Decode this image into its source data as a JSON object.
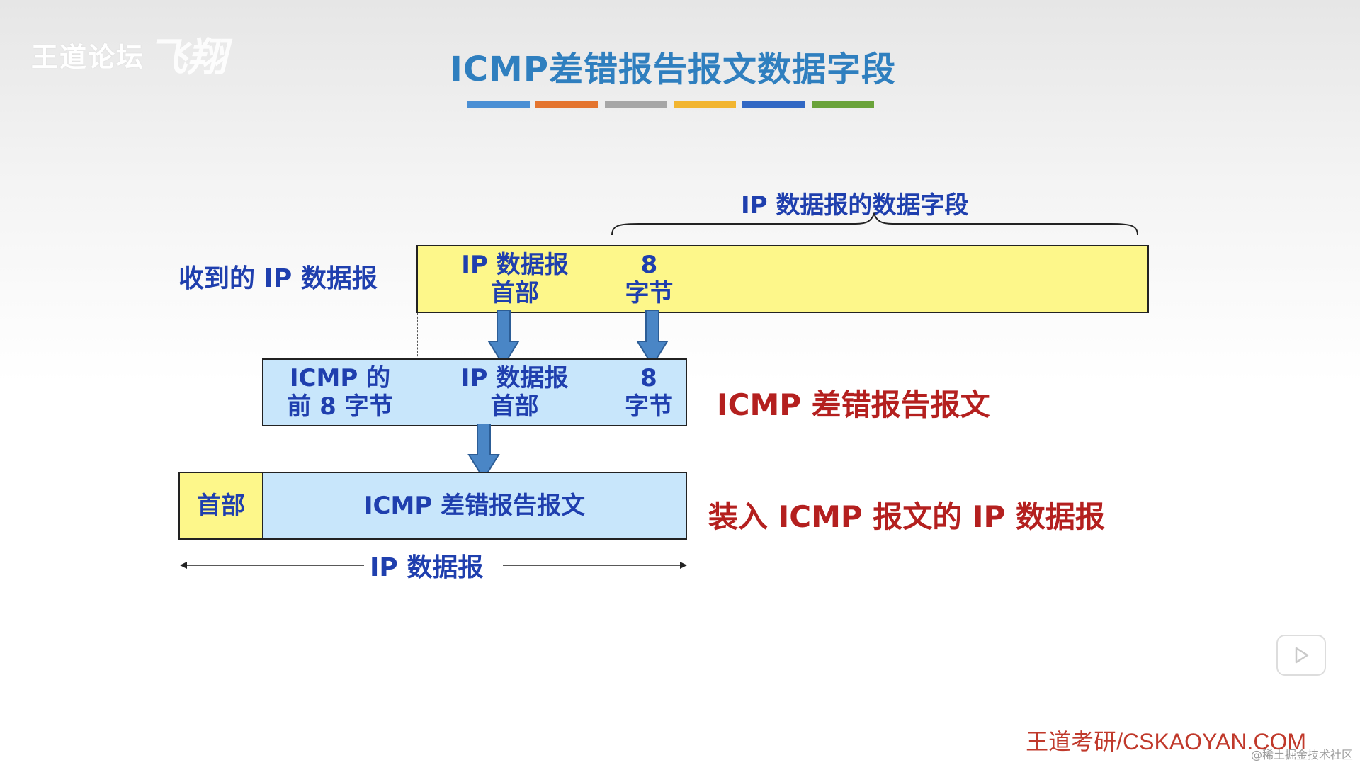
{
  "logo": {
    "text": "王道论坛",
    "mark": "飞翔"
  },
  "title": "ICMP差错报告报文数据字段",
  "title_bar_colors": [
    "#4a8fd4",
    "#e4742e",
    "#a6a6a6",
    "#f2b530",
    "#3168c4",
    "#6aa33a"
  ],
  "labels": {
    "ip_data_field": "IP 数据报的数据字段",
    "received_ip": "收到的 IP 数据报",
    "icmp_error_msg_red": "ICMP 差错报告报文",
    "ip_with_icmp": "装入 ICMP 报文的 IP 数据报",
    "ip_datagram": "IP 数据报"
  },
  "row1": {
    "ip_header_line1": "IP 数据报",
    "ip_header_line2": "首部",
    "eight_line1": "8",
    "eight_line2": "字节"
  },
  "row2": {
    "icmp_first_line1": "ICMP 的",
    "icmp_first_line2": "前 8 字节",
    "ip_header_line1": "IP 数据报",
    "ip_header_line2": "首部",
    "eight_line1": "8",
    "eight_line2": "字节"
  },
  "row3": {
    "header": "首部",
    "icmp_msg": "ICMP 差错报告报文"
  },
  "watermark": {
    "url": "王道考研/CSKAOYAN.COM",
    "credit": "@稀土掘金技术社区"
  },
  "colors": {
    "title": "#2f7fbf",
    "label_blue": "#1f3fae",
    "label_red": "#b4201f",
    "yellow": "#fdf78a",
    "light_blue": "#c8e6fb",
    "arrow": "#4a86c6"
  }
}
